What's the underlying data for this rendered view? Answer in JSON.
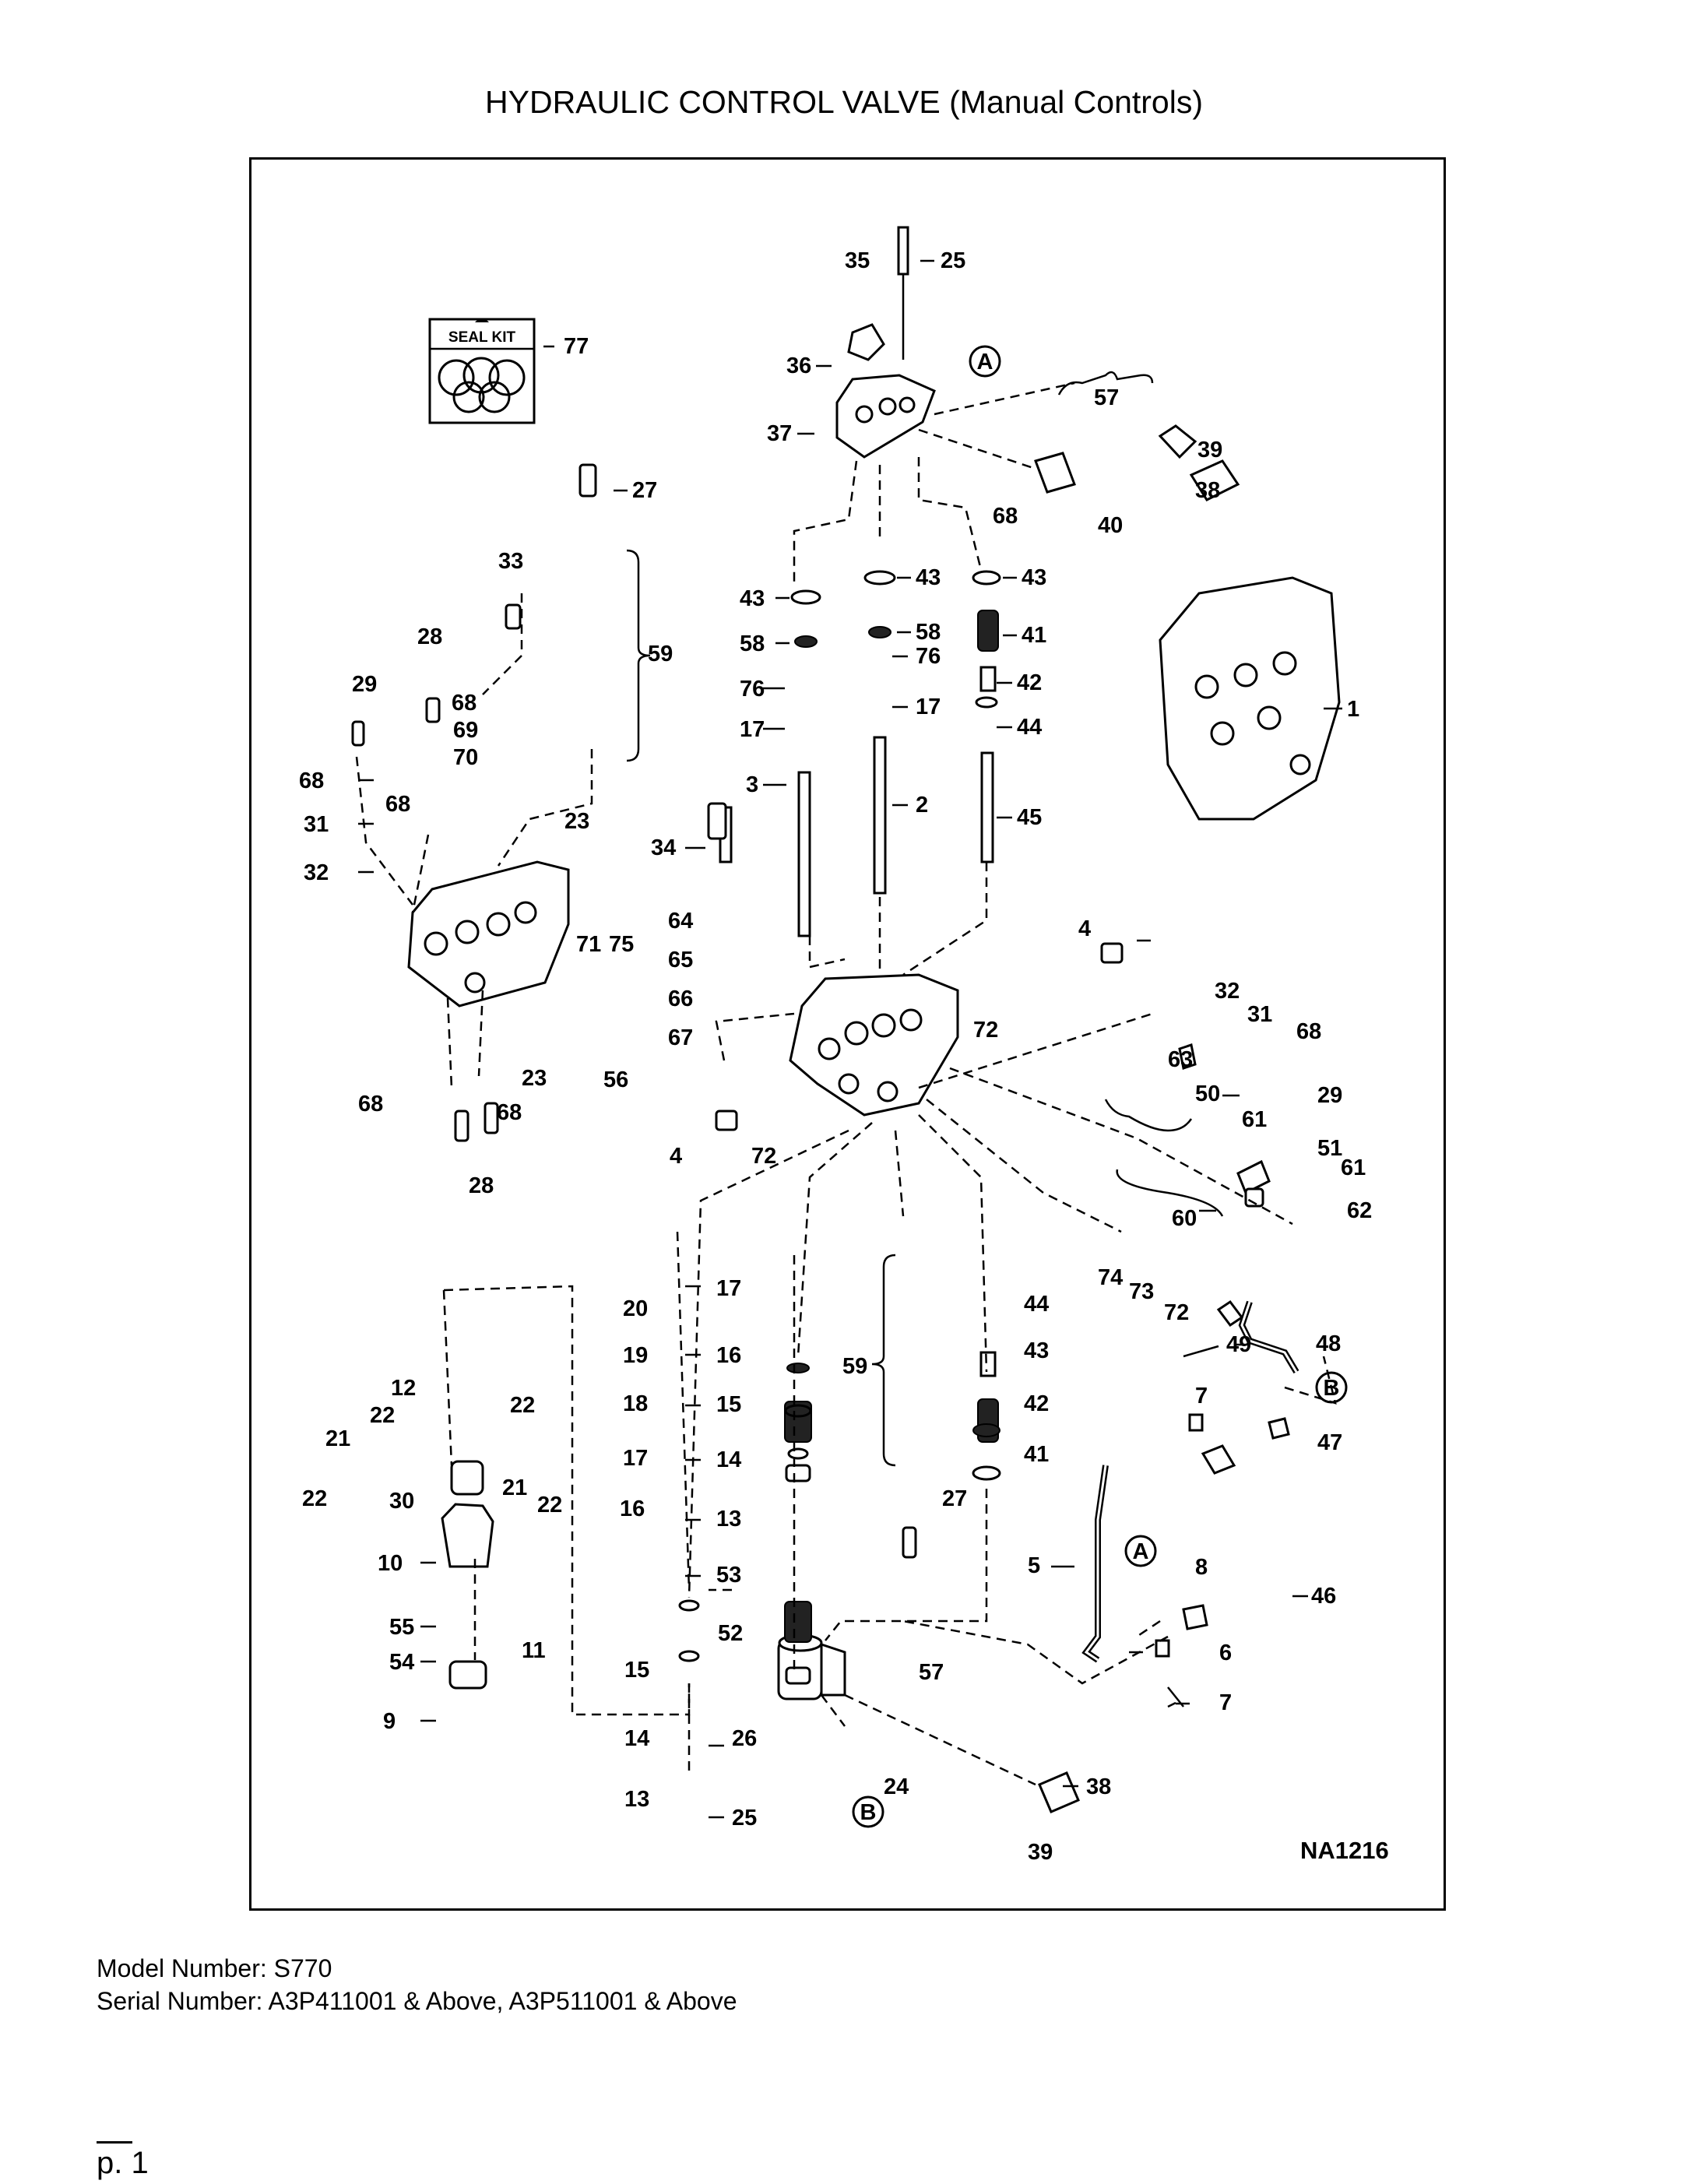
{
  "title": "HYDRAULIC CONTROL VALVE (Manual Controls)",
  "seal_kit_label": "SEAL KIT",
  "drawing_code": "NA1216",
  "callouts": {
    "A": "A",
    "B": "B"
  },
  "parts": {
    "p1": "1",
    "p2": "2",
    "p3": "3",
    "p4": "4",
    "p5": "5",
    "p6": "6",
    "p7": "7",
    "p8": "8",
    "p9": "9",
    "p10": "10",
    "p11": "11",
    "p12": "12",
    "p13": "13",
    "p14": "14",
    "p15": "15",
    "p16": "16",
    "p17": "17",
    "p18": "18",
    "p19": "19",
    "p20": "20",
    "p21": "21",
    "p22": "22",
    "p23": "23",
    "p24": "24",
    "p25": "25",
    "p26": "26",
    "p27": "27",
    "p28": "28",
    "p29": "29",
    "p30": "30",
    "p31": "31",
    "p32": "32",
    "p33": "33",
    "p34": "34",
    "p35": "35",
    "p36": "36",
    "p37": "37",
    "p38": "38",
    "p39": "39",
    "p40": "40",
    "p41": "41",
    "p42": "42",
    "p43": "43",
    "p44": "44",
    "p45": "45",
    "p46": "46",
    "p47": "47",
    "p48": "48",
    "p49": "49",
    "p50": "50",
    "p51": "51",
    "p52": "52",
    "p53": "53",
    "p54": "54",
    "p55": "55",
    "p56": "56",
    "p57": "57",
    "p58": "58",
    "p59": "59",
    "p60": "60",
    "p61": "61",
    "p62": "62",
    "p63": "63",
    "p64": "64",
    "p65": "65",
    "p66": "66",
    "p67": "67",
    "p68": "68",
    "p69": "69",
    "p70": "70",
    "p71": "71",
    "p72": "72",
    "p73": "73",
    "p74": "74",
    "p75": "75",
    "p76": "76",
    "p77": "77"
  },
  "footer": {
    "model": "Model Number: S770",
    "serial": "Serial Number: A3P411001 & Above, A3P511001 & Above",
    "page": "p. 1"
  }
}
